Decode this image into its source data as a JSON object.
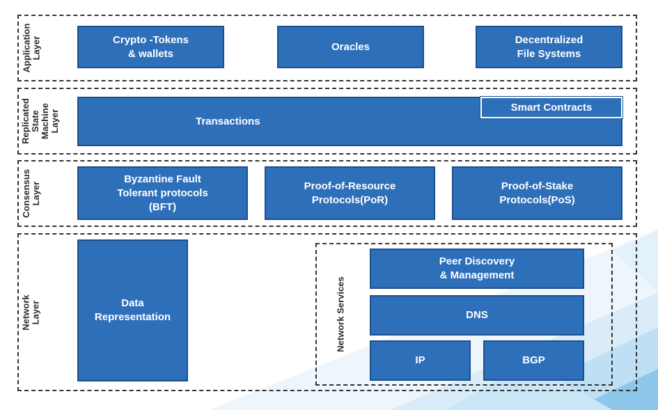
{
  "layers": {
    "application": {
      "label": "Application\nLayer",
      "boxes": [
        "Crypto -Tokens\n& wallets",
        "Oracles",
        "Decentralized\nFile Systems"
      ]
    },
    "replicated_state_machine": {
      "label": "Replicated\nState\nMachine\nLayer",
      "transactions": "Transactions",
      "smart_contracts": "Smart Contracts"
    },
    "consensus": {
      "label": "Consensus\nLayer",
      "boxes": [
        "Byzantine Fault\nTolerant protocols\n(BFT)",
        "Proof-of-Resource\nProtocols(PoR)",
        "Proof-of-Stake\nProtocols(PoS)"
      ]
    },
    "network": {
      "label": "Network\nLayer",
      "data_representation": "Data\nRepresentation",
      "services": {
        "label": "Network Services",
        "peer_discovery": "Peer Discovery\n& Management",
        "dns": "DNS",
        "ip": "IP",
        "bgp": "BGP"
      }
    }
  },
  "colors": {
    "box_fill": "#2e6fba",
    "box_border": "#1d4f8d",
    "dashed_border": "#333333",
    "background_accent": "#a9d3ee"
  }
}
